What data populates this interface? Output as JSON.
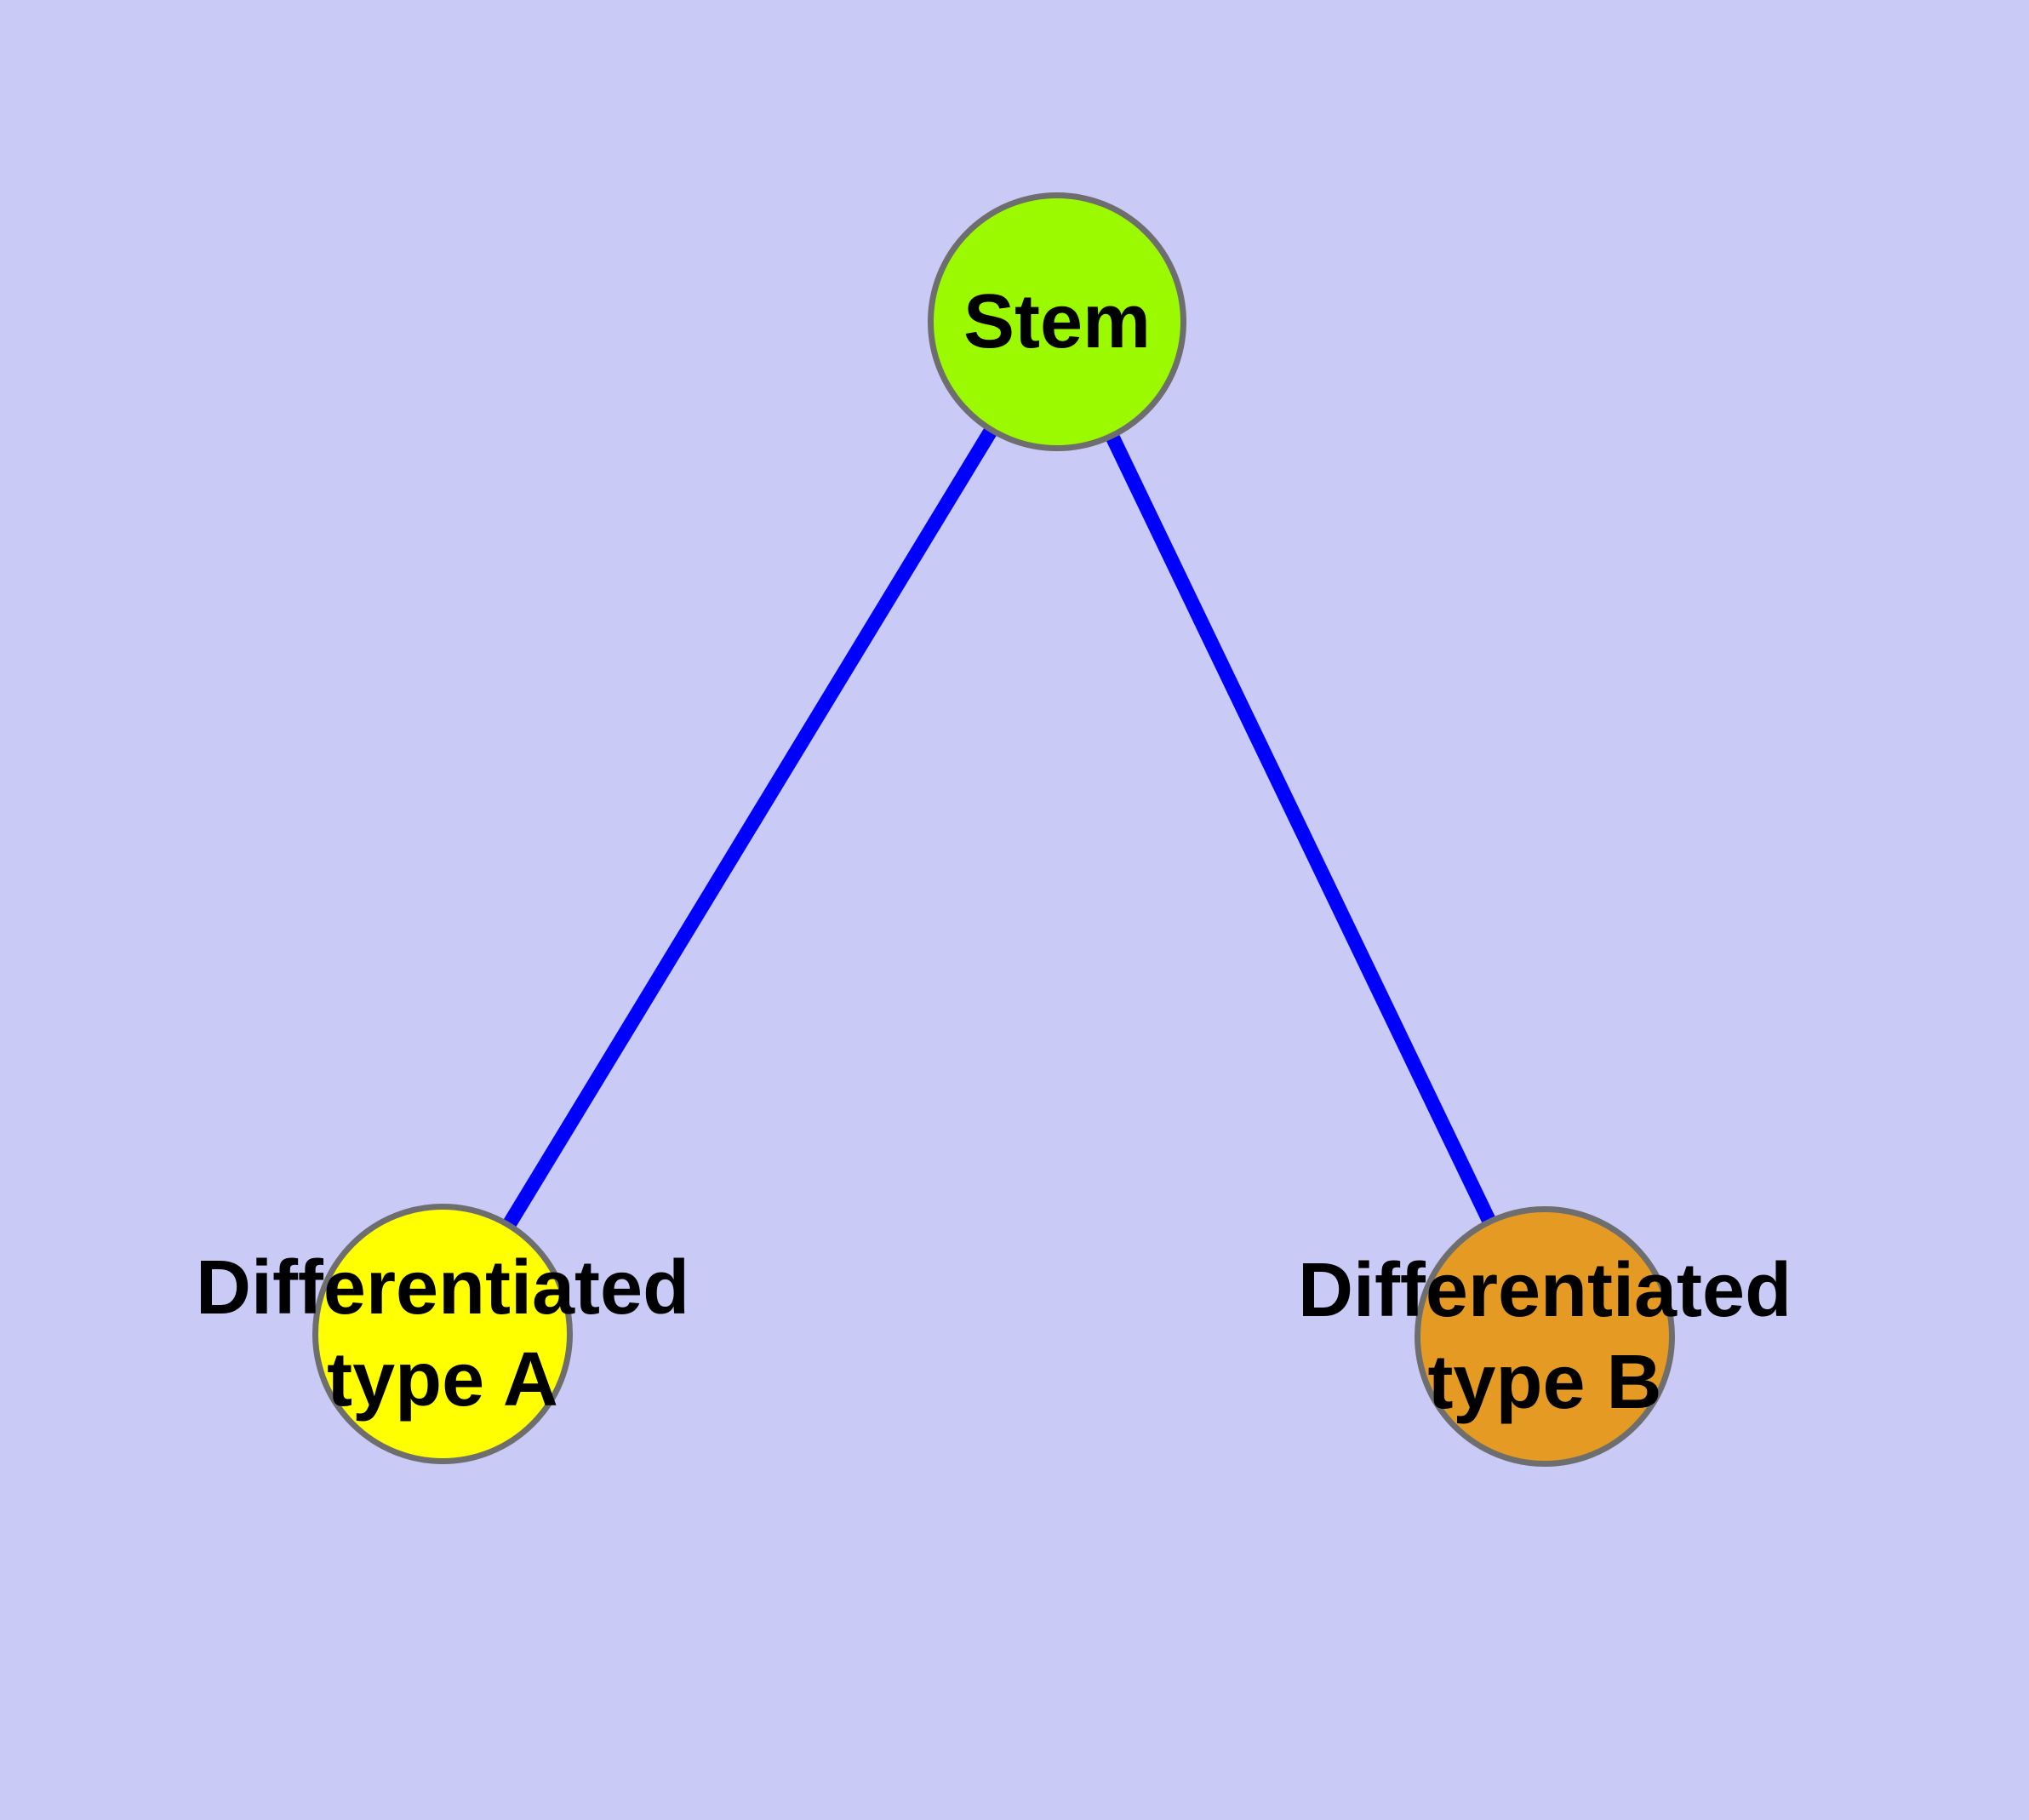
{
  "diagram": {
    "type": "node-link-graph",
    "background_color": "#CACAF7",
    "edge_color": "#0000FF",
    "node_border_color": "#6E6E6E",
    "label_color": "#000000",
    "nodes": [
      {
        "id": "stem",
        "label": "Stem",
        "shape": "circle",
        "fill_color": "#9BFA00"
      },
      {
        "id": "differentiated-type-a",
        "label": "Differentiated\ntype A",
        "shape": "circle",
        "fill_color": "#FFFF00"
      },
      {
        "id": "differentiated-type-b",
        "label": "Differentiated\ntype B",
        "shape": "circle",
        "fill_color": "#E59B23"
      }
    ],
    "edges": [
      {
        "from": "stem",
        "to": "differentiated-type-a"
      },
      {
        "from": "stem",
        "to": "differentiated-type-b"
      }
    ]
  }
}
